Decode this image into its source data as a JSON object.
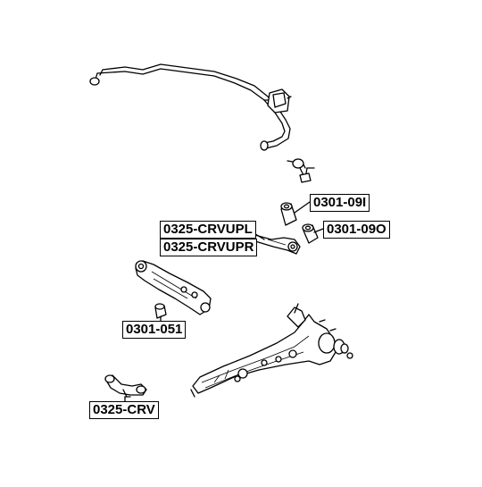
{
  "diagram": {
    "labels": {
      "link_upper": "0301-09I",
      "link_lower": "0301-09O",
      "arm_left": "0325-CRVUPL",
      "arm_right": "0325-CRVUPR",
      "bushing": "0301-051",
      "lower_arm": "0325-CRV"
    },
    "line_color": "#000000"
  }
}
